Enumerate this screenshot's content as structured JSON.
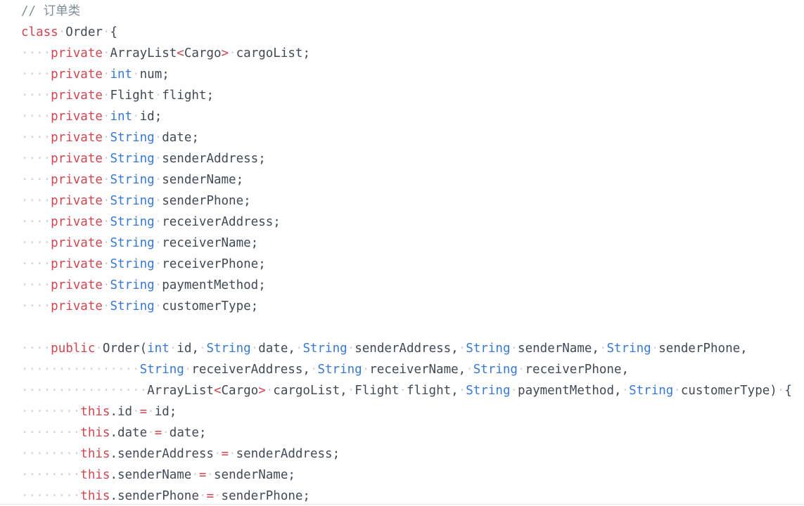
{
  "editor": {
    "language": "java",
    "whitespace_glyph": "·",
    "colors": {
      "background": "#ffffff",
      "keyword": "#d2454e",
      "type": "#377ad3",
      "plain": "#3f4a56",
      "comment": "#7e8d9c",
      "whitespace": "#ccd2d8",
      "divider": "#e5e7e9"
    },
    "lines": [
      [
        [
          "c",
          "// "
        ],
        [
          "c",
          "订单类"
        ]
      ],
      [
        [
          "k",
          "class"
        ],
        [
          "w",
          " "
        ],
        [
          "p",
          "Order"
        ],
        [
          "w",
          " "
        ],
        [
          "p",
          "{"
        ]
      ],
      [
        [
          "w",
          "    "
        ],
        [
          "k",
          "private"
        ],
        [
          "w",
          " "
        ],
        [
          "p",
          "ArrayList"
        ],
        [
          "k",
          "<"
        ],
        [
          "p",
          "Cargo"
        ],
        [
          "k",
          ">"
        ],
        [
          "w",
          " "
        ],
        [
          "p",
          "cargoList;"
        ]
      ],
      [
        [
          "w",
          "    "
        ],
        [
          "k",
          "private"
        ],
        [
          "w",
          " "
        ],
        [
          "b",
          "int"
        ],
        [
          "w",
          " "
        ],
        [
          "p",
          "num;"
        ]
      ],
      [
        [
          "w",
          "    "
        ],
        [
          "k",
          "private"
        ],
        [
          "w",
          " "
        ],
        [
          "p",
          "Flight"
        ],
        [
          "w",
          " "
        ],
        [
          "p",
          "flight;"
        ]
      ],
      [
        [
          "w",
          "    "
        ],
        [
          "k",
          "private"
        ],
        [
          "w",
          " "
        ],
        [
          "b",
          "int"
        ],
        [
          "w",
          " "
        ],
        [
          "p",
          "id;"
        ]
      ],
      [
        [
          "w",
          "    "
        ],
        [
          "k",
          "private"
        ],
        [
          "w",
          " "
        ],
        [
          "b",
          "String"
        ],
        [
          "w",
          " "
        ],
        [
          "p",
          "date;"
        ]
      ],
      [
        [
          "w",
          "    "
        ],
        [
          "k",
          "private"
        ],
        [
          "w",
          " "
        ],
        [
          "b",
          "String"
        ],
        [
          "w",
          " "
        ],
        [
          "p",
          "senderAddress;"
        ]
      ],
      [
        [
          "w",
          "    "
        ],
        [
          "k",
          "private"
        ],
        [
          "w",
          " "
        ],
        [
          "b",
          "String"
        ],
        [
          "w",
          " "
        ],
        [
          "p",
          "senderName;"
        ]
      ],
      [
        [
          "w",
          "    "
        ],
        [
          "k",
          "private"
        ],
        [
          "w",
          " "
        ],
        [
          "b",
          "String"
        ],
        [
          "w",
          " "
        ],
        [
          "p",
          "senderPhone;"
        ]
      ],
      [
        [
          "w",
          "    "
        ],
        [
          "k",
          "private"
        ],
        [
          "w",
          " "
        ],
        [
          "b",
          "String"
        ],
        [
          "w",
          " "
        ],
        [
          "p",
          "receiverAddress;"
        ]
      ],
      [
        [
          "w",
          "    "
        ],
        [
          "k",
          "private"
        ],
        [
          "w",
          " "
        ],
        [
          "b",
          "String"
        ],
        [
          "w",
          " "
        ],
        [
          "p",
          "receiverName;"
        ]
      ],
      [
        [
          "w",
          "    "
        ],
        [
          "k",
          "private"
        ],
        [
          "w",
          " "
        ],
        [
          "b",
          "String"
        ],
        [
          "w",
          " "
        ],
        [
          "p",
          "receiverPhone;"
        ]
      ],
      [
        [
          "w",
          "    "
        ],
        [
          "k",
          "private"
        ],
        [
          "w",
          " "
        ],
        [
          "b",
          "String"
        ],
        [
          "w",
          " "
        ],
        [
          "p",
          "paymentMethod;"
        ]
      ],
      [
        [
          "w",
          "    "
        ],
        [
          "k",
          "private"
        ],
        [
          "w",
          " "
        ],
        [
          "b",
          "String"
        ],
        [
          "w",
          " "
        ],
        [
          "p",
          "customerType;"
        ]
      ],
      [],
      [
        [
          "w",
          "    "
        ],
        [
          "k",
          "public"
        ],
        [
          "w",
          " "
        ],
        [
          "p",
          "Order("
        ],
        [
          "b",
          "int"
        ],
        [
          "w",
          " "
        ],
        [
          "p",
          "id,"
        ],
        [
          "w",
          " "
        ],
        [
          "b",
          "String"
        ],
        [
          "w",
          " "
        ],
        [
          "p",
          "date,"
        ],
        [
          "w",
          " "
        ],
        [
          "b",
          "String"
        ],
        [
          "w",
          " "
        ],
        [
          "p",
          "senderAddress,"
        ],
        [
          "w",
          " "
        ],
        [
          "b",
          "String"
        ],
        [
          "w",
          " "
        ],
        [
          "p",
          "senderName,"
        ],
        [
          "w",
          " "
        ],
        [
          "b",
          "String"
        ],
        [
          "w",
          " "
        ],
        [
          "p",
          "senderPhone,"
        ]
      ],
      [
        [
          "w",
          "                "
        ],
        [
          "b",
          "String"
        ],
        [
          "w",
          " "
        ],
        [
          "p",
          "receiverAddress,"
        ],
        [
          "w",
          " "
        ],
        [
          "b",
          "String"
        ],
        [
          "w",
          " "
        ],
        [
          "p",
          "receiverName,"
        ],
        [
          "w",
          " "
        ],
        [
          "b",
          "String"
        ],
        [
          "w",
          " "
        ],
        [
          "p",
          "receiverPhone,"
        ]
      ],
      [
        [
          "w",
          "                 "
        ],
        [
          "p",
          "ArrayList"
        ],
        [
          "k",
          "<"
        ],
        [
          "p",
          "Cargo"
        ],
        [
          "k",
          ">"
        ],
        [
          "w",
          " "
        ],
        [
          "p",
          "cargoList,"
        ],
        [
          "w",
          " "
        ],
        [
          "p",
          "Flight"
        ],
        [
          "w",
          " "
        ],
        [
          "p",
          "flight,"
        ],
        [
          "w",
          " "
        ],
        [
          "b",
          "String"
        ],
        [
          "w",
          " "
        ],
        [
          "p",
          "paymentMethod,"
        ],
        [
          "w",
          " "
        ],
        [
          "b",
          "String"
        ],
        [
          "w",
          " "
        ],
        [
          "p",
          "customerType)"
        ],
        [
          "w",
          " "
        ],
        [
          "p",
          "{"
        ]
      ],
      [
        [
          "w",
          "        "
        ],
        [
          "k",
          "this"
        ],
        [
          "p",
          ".id"
        ],
        [
          "w",
          " "
        ],
        [
          "k",
          "="
        ],
        [
          "w",
          " "
        ],
        [
          "p",
          "id;"
        ]
      ],
      [
        [
          "w",
          "        "
        ],
        [
          "k",
          "this"
        ],
        [
          "p",
          ".date"
        ],
        [
          "w",
          " "
        ],
        [
          "k",
          "="
        ],
        [
          "w",
          " "
        ],
        [
          "p",
          "date;"
        ]
      ],
      [
        [
          "w",
          "        "
        ],
        [
          "k",
          "this"
        ],
        [
          "p",
          ".senderAddress"
        ],
        [
          "w",
          " "
        ],
        [
          "k",
          "="
        ],
        [
          "w",
          " "
        ],
        [
          "p",
          "senderAddress;"
        ]
      ],
      [
        [
          "w",
          "        "
        ],
        [
          "k",
          "this"
        ],
        [
          "p",
          ".senderName"
        ],
        [
          "w",
          " "
        ],
        [
          "k",
          "="
        ],
        [
          "w",
          " "
        ],
        [
          "p",
          "senderName;"
        ]
      ],
      [
        [
          "w",
          "        "
        ],
        [
          "k",
          "this"
        ],
        [
          "p",
          ".senderPhone"
        ],
        [
          "w",
          " "
        ],
        [
          "k",
          "="
        ],
        [
          "w",
          " "
        ],
        [
          "p",
          "senderPhone;"
        ]
      ]
    ]
  }
}
